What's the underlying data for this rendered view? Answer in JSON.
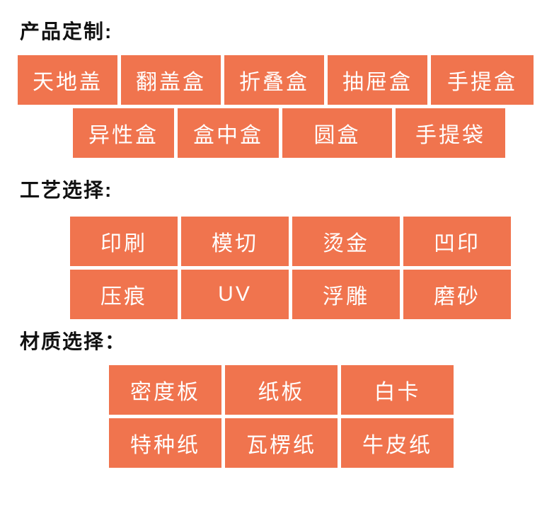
{
  "page": {
    "background_color": "#ffffff",
    "accent_color": "#F0744E",
    "title_text_color": "#111111",
    "button_text_color": "#ffffff"
  },
  "sections": [
    {
      "title": "产品定制:",
      "rows": [
        {
          "buttons": [
            "天地盖",
            "翻盖盒",
            "折叠盒",
            "抽屉盒",
            "手提盒"
          ]
        },
        {
          "buttons": [
            "异性盒",
            "盒中盒",
            "圆盒",
            "手提袋"
          ]
        }
      ]
    },
    {
      "title": "工艺选择:",
      "rows": [
        {
          "buttons": [
            "印刷",
            "模切",
            "烫金",
            "凹印"
          ]
        },
        {
          "buttons": [
            "压痕",
            "UV",
            "浮雕",
            "磨砂"
          ]
        }
      ]
    },
    {
      "title": "材质选择：",
      "rows": [
        {
          "buttons": [
            "密度板",
            "纸板",
            "白卡"
          ]
        },
        {
          "buttons": [
            "特种纸",
            "瓦楞纸",
            "牛皮纸"
          ]
        }
      ]
    }
  ]
}
